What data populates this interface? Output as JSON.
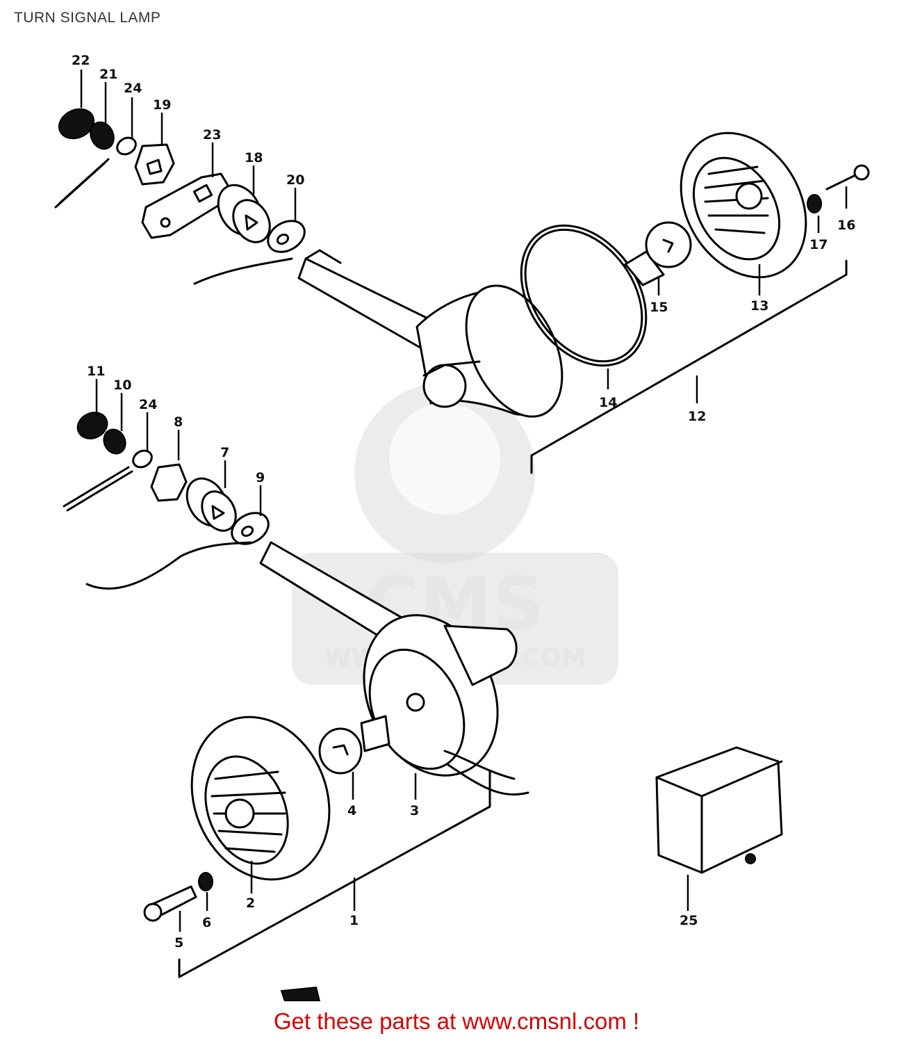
{
  "title": "TURN SIGNAL LAMP",
  "footer": {
    "cta": "Get these parts at www.cmsnl.com !"
  },
  "watermark": {
    "brand": "CMS",
    "url": "WWW.CMSNL.COM"
  },
  "callouts": [
    {
      "id": "c22",
      "label": "22"
    },
    {
      "id": "c21",
      "label": "21"
    },
    {
      "id": "c24a",
      "label": "24"
    },
    {
      "id": "c19",
      "label": "19"
    },
    {
      "id": "c23",
      "label": "23"
    },
    {
      "id": "c18",
      "label": "18"
    },
    {
      "id": "c20",
      "label": "20"
    },
    {
      "id": "c16",
      "label": "16"
    },
    {
      "id": "c17",
      "label": "17"
    },
    {
      "id": "c15",
      "label": "15"
    },
    {
      "id": "c13",
      "label": "13"
    },
    {
      "id": "c14",
      "label": "14"
    },
    {
      "id": "c12",
      "label": "12"
    },
    {
      "id": "c11",
      "label": "11"
    },
    {
      "id": "c10",
      "label": "10"
    },
    {
      "id": "c24b",
      "label": "24"
    },
    {
      "id": "c8",
      "label": "8"
    },
    {
      "id": "c7",
      "label": "7"
    },
    {
      "id": "c9",
      "label": "9"
    },
    {
      "id": "c4",
      "label": "4"
    },
    {
      "id": "c3",
      "label": "3"
    },
    {
      "id": "c2",
      "label": "2"
    },
    {
      "id": "c1",
      "label": "1"
    },
    {
      "id": "c5",
      "label": "5"
    },
    {
      "id": "c6",
      "label": "6"
    },
    {
      "id": "c25",
      "label": "25"
    }
  ]
}
